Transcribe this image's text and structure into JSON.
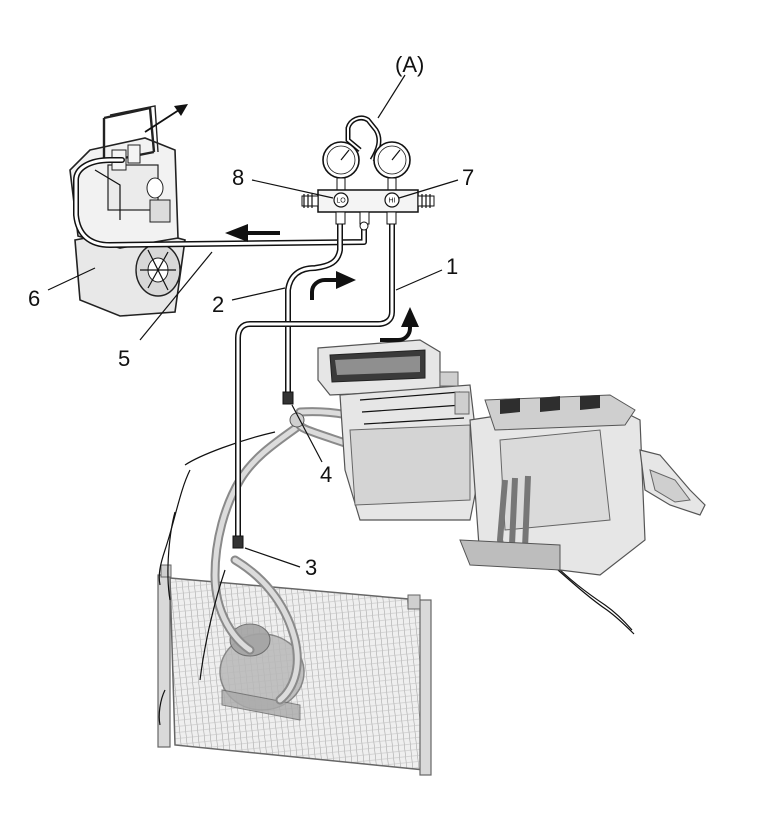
{
  "labels": {
    "manifold": "(A)",
    "hi_hose": "1",
    "lo_hose": "2",
    "service_port_low": "3",
    "service_port_high": "4",
    "center_hose": "5",
    "recovery_machine": "6",
    "hi_valve": "7",
    "lo_valve": "8"
  },
  "gauge": {
    "lo_text": "LO",
    "hi_text": "HI"
  }
}
